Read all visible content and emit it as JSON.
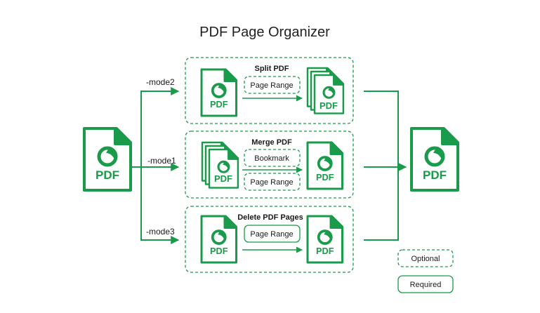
{
  "title": "PDF Page Organizer",
  "colors": {
    "accent": "#1a9a4b",
    "text": "#1a1a1a",
    "background": "#ffffff"
  },
  "icon_name": "pdf-document-icon",
  "pdf_label": "PDF",
  "modes": {
    "split": "-mode2",
    "merge": "-mode1",
    "delete": "-mode3"
  },
  "sections": {
    "split": {
      "title": "Split PDF",
      "options": [
        "Page Range"
      ]
    },
    "merge": {
      "title": "Merge PDF",
      "options": [
        "Bookmark",
        "Page Range"
      ]
    },
    "delete": {
      "title": "Delete PDF Pages",
      "options": [
        "Page Range"
      ]
    }
  },
  "legend": {
    "optional": "Optional",
    "required": "Required"
  }
}
